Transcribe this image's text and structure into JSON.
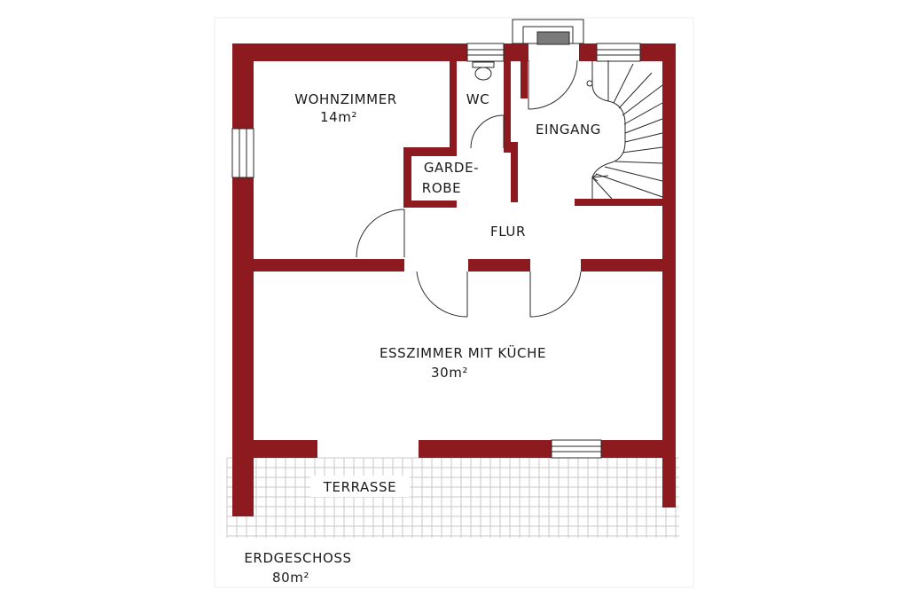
{
  "colors": {
    "wall": "#8c1a1f",
    "line": "#2a2a2a",
    "tile": "#c8c8c8",
    "background": "#ffffff"
  },
  "rooms": {
    "wohnzimmer": {
      "name": "WOHNZIMMER",
      "area": "14m²"
    },
    "wc": {
      "name": "WC"
    },
    "eingang": {
      "name": "EINGANG"
    },
    "garderobe": {
      "line1": "GARDE-",
      "line2": "ROBE"
    },
    "flur": {
      "name": "FLUR"
    },
    "esszimmer": {
      "name": "ESSZIMMER MIT KÜCHE",
      "area": "30m²"
    },
    "terrasse": {
      "name": "TERRASSE"
    }
  },
  "floor": {
    "name": "ERDGESCHOSS",
    "area": "80m²"
  }
}
